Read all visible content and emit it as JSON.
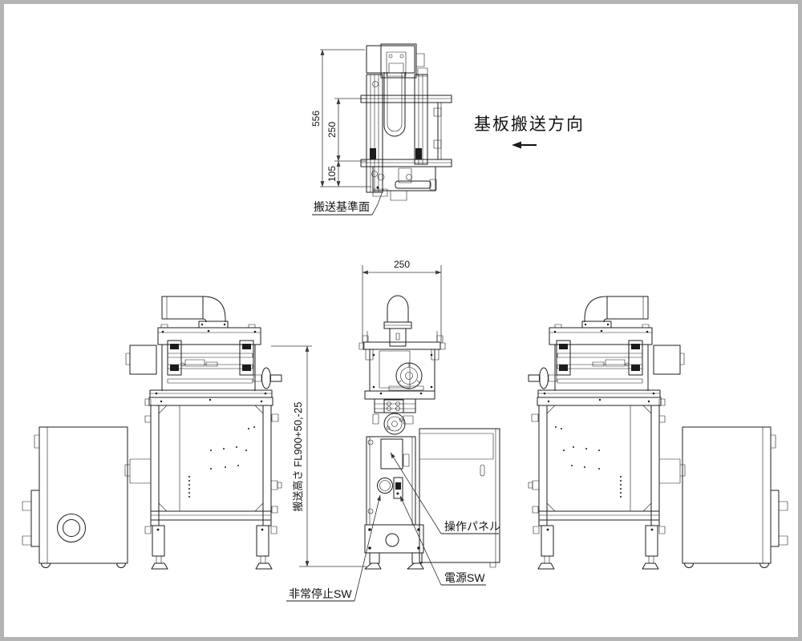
{
  "colors": {
    "line": "#1c1c1c",
    "background": "#ffffff",
    "frame_border": "#b4b4b4",
    "dim_line": "#3a3a3a"
  },
  "top_view": {
    "dim_overall": "556",
    "dim_upper": "250",
    "dim_lower": "105",
    "reference_label": "搬送基準面"
  },
  "direction": {
    "label": "基板搬送方向",
    "arrow": "←"
  },
  "front_view": {
    "dim_width": "250"
  },
  "height_dim": {
    "label": "搬送高さ FL900+50,-25"
  },
  "callouts": {
    "operation_panel": "操作パネル",
    "power_switch": "電源SW",
    "emergency_stop": "非常停止SW"
  }
}
